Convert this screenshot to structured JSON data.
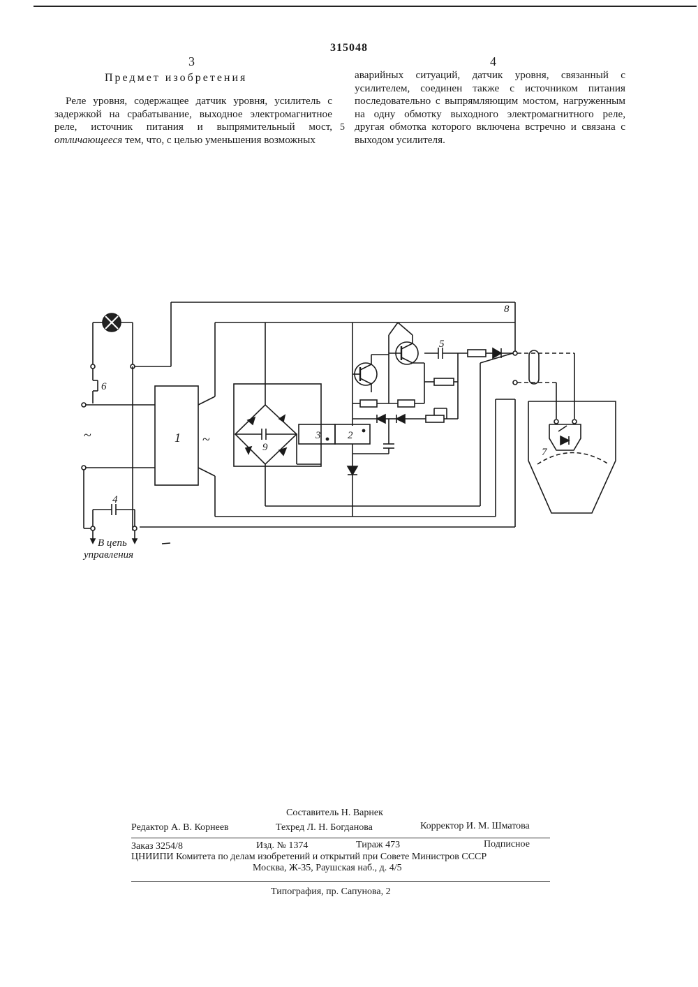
{
  "patent_number": "315048",
  "column_left_number": "3",
  "column_right_number": "4",
  "heading": "Предмет изобретения",
  "left_column_text": "Реле уровня, содержащее датчик уровня, усилитель с задержкой на срабатывание, выходное электромагнитное реле, источник питания и выпрямительный мост, отличающееся тем, что, с целью уменьшения возможных",
  "left_text_part1": "Реле уровня, содержащее датчик уровня, усилитель с задержкой на срабатывание, выходное электромагнитное реле, источник питания и выпрямительный мост,",
  "left_text_italic": "отличающееся",
  "left_text_part2": "тем, что, с целью уменьшения возможных",
  "right_column_text": "аварийных ситуаций, датчик уровня, связанный с усилителем, соединен также с источником питания последовательно с выпрямляющим мостом, нагруженным на одну обмотку выходного электромагнитного реле, другая обмотка которого включена встречно и связана с выходом усилителя.",
  "line_number": "5",
  "diagram": {
    "labels": {
      "block1": "1",
      "block2": "2",
      "block3": "3",
      "contact4": "4",
      "cap5": "5",
      "switch6": "6",
      "sensor7": "7",
      "line8": "8",
      "cap9": "9",
      "ac_left": "~",
      "ac_right": "~"
    },
    "caption_line1": "В цепь",
    "caption_line2": "управления"
  },
  "footer": {
    "compiler": "Составитель Н. Варнек",
    "editor": "Редактор А. В. Корнеев",
    "techred": "Техред Л. Н. Богданова",
    "corrector": "Корректор И. М. Шматова",
    "order": "Заказ 3254/8",
    "edition": "Изд. № 1374",
    "circulation": "Тираж 473",
    "subscription": "Подписное",
    "institute": "ЦНИИПИ Комитета по делам изобретений и открытий при Совете Министров СССР",
    "address": "Москва, Ж-35, Раушская наб., д. 4/5",
    "printing": "Типография, пр. Сапунова, 2"
  }
}
